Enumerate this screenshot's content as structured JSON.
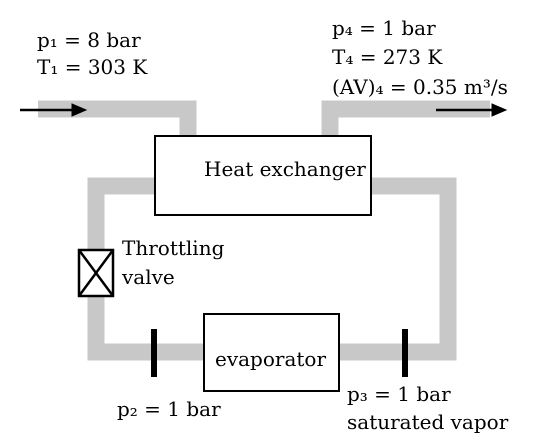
{
  "colors": {
    "pipe": "#c8c8c8",
    "line": "#000000",
    "background": "#ffffff"
  },
  "inlet": {
    "p": "p₁ = 8 bar",
    "T": "T₁ = 303 K"
  },
  "outlet": {
    "p": "p₄ = 1 bar",
    "T": "T₄ = 273 K",
    "AV": "(AV)₄ = 0.35 m³/s"
  },
  "heat_exchanger": {
    "label": "Heat exchanger"
  },
  "throttle": {
    "line1": "Throttling",
    "line2": "valve"
  },
  "evaporator": {
    "label": "evaporator"
  },
  "state2": {
    "p": "p₂ = 1 bar"
  },
  "state3": {
    "p": "p₃ = 1 bar",
    "note": "saturated vapor"
  }
}
